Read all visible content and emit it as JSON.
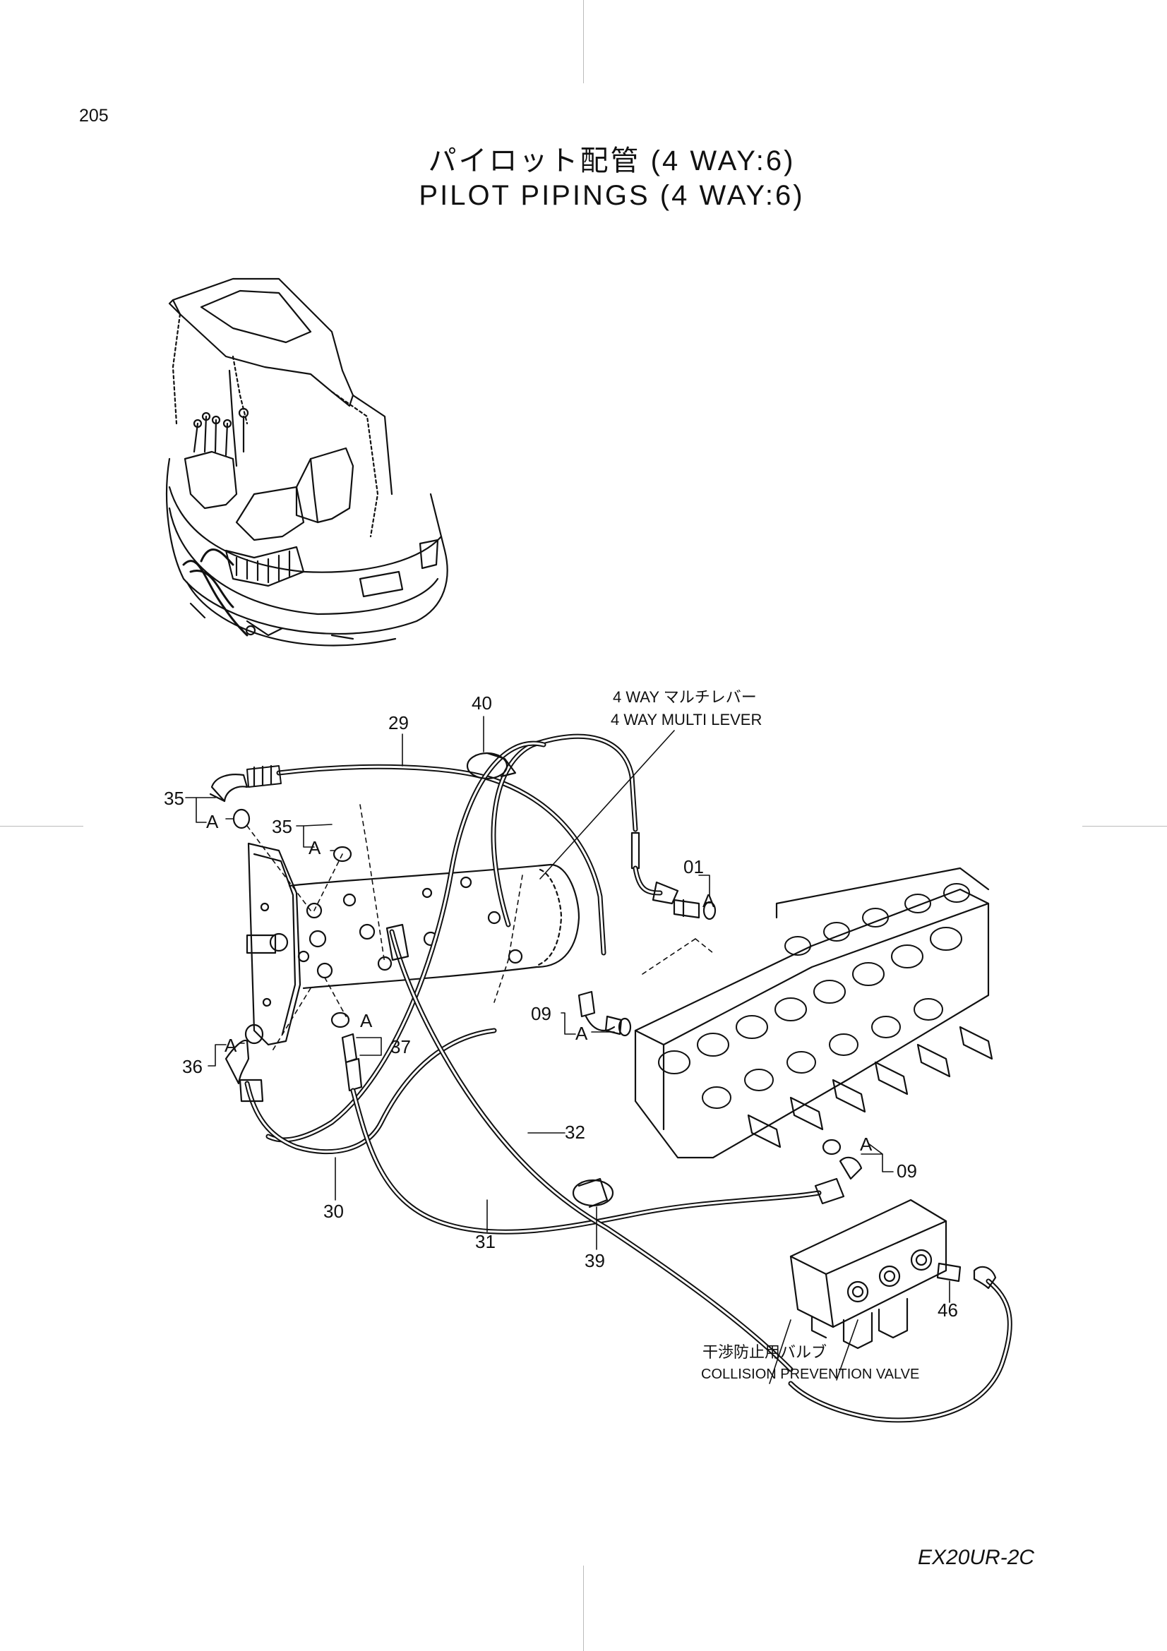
{
  "page_number": "205",
  "title_jp": "パイロット配管 (4 WAY:6)",
  "title_en": "PILOT PIPINGS (4 WAY:6)",
  "model_code": "EX20UR-2C",
  "callouts": {
    "multi_lever_jp": "4 WAY マルチレバー",
    "multi_lever_en": "4 WAY MULTI LEVER",
    "collision_valve_jp": "干渉防止用バルブ",
    "collision_valve_en": "COLLISION PREVENTION VALVE"
  },
  "detail_label": "A",
  "parts": {
    "p01": "01",
    "p09a": "09",
    "p09b": "09",
    "p29": "29",
    "p30": "30",
    "p31": "31",
    "p32": "32",
    "p35a": "35",
    "p35b": "35",
    "p36": "36",
    "p37": "37",
    "p39": "39",
    "p40": "40",
    "p46": "46"
  }
}
